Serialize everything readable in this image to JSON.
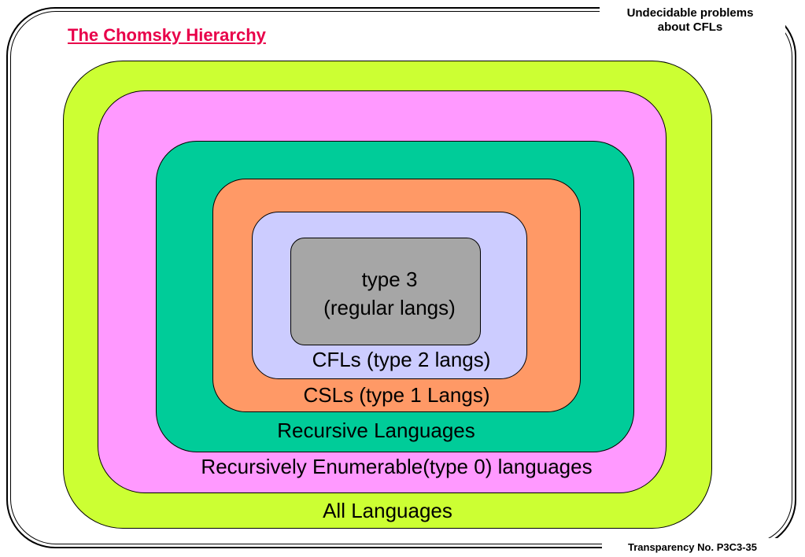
{
  "slide": {
    "title": "The Chomsky Hierarchy",
    "corner_note_line1": "Undecidable problems",
    "corner_note_line2": "about CFLs",
    "footer": "Transparency No. P3C3-35"
  },
  "hierarchy": [
    {
      "id": "all",
      "label": "All Languages",
      "color": "#ccff33"
    },
    {
      "id": "re",
      "label": "Recursively Enumerable(type 0) languages",
      "color": "#ff99ff"
    },
    {
      "id": "recursive",
      "label": "Recursive Languages",
      "color": "#00cc99"
    },
    {
      "id": "csl",
      "label": "CSLs (type 1 Langs)",
      "color": "#ff9966"
    },
    {
      "id": "cfl",
      "label": "CFLs (type 2 langs)",
      "color": "#ccccff"
    },
    {
      "id": "regular",
      "label_line1": "type 3",
      "label_line2": "(regular langs)",
      "color": "#a6a6a6"
    }
  ]
}
